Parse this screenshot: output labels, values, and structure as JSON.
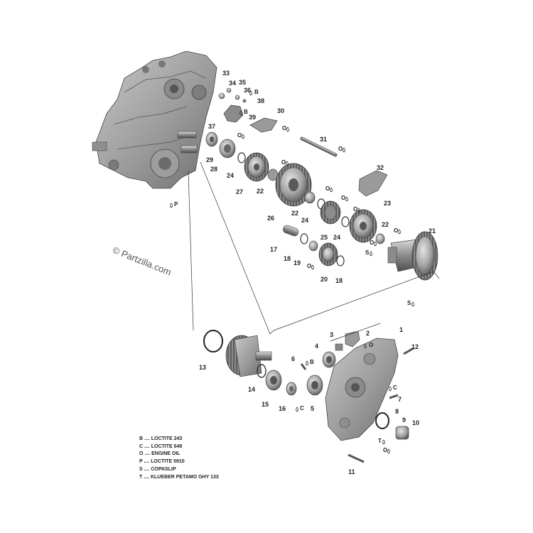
{
  "watermark": "© Partzilla.com",
  "callouts": [
    {
      "id": "c1",
      "text": "1"
    },
    {
      "id": "c2",
      "text": "2"
    },
    {
      "id": "c3",
      "text": "3"
    },
    {
      "id": "c4",
      "text": "4"
    },
    {
      "id": "c5",
      "text": "5"
    },
    {
      "id": "c6",
      "text": "6"
    },
    {
      "id": "c7",
      "text": "7"
    },
    {
      "id": "c8",
      "text": "8"
    },
    {
      "id": "c9",
      "text": "9"
    },
    {
      "id": "c10",
      "text": "10"
    },
    {
      "id": "c11",
      "text": "11"
    },
    {
      "id": "c12",
      "text": "12"
    },
    {
      "id": "c13",
      "text": "13"
    },
    {
      "id": "c14",
      "text": "14"
    },
    {
      "id": "c15",
      "text": "15"
    },
    {
      "id": "c16",
      "text": "16"
    },
    {
      "id": "c17",
      "text": "17"
    },
    {
      "id": "c18a",
      "text": "18"
    },
    {
      "id": "c18b",
      "text": "18"
    },
    {
      "id": "c19",
      "text": "19"
    },
    {
      "id": "c20",
      "text": "20"
    },
    {
      "id": "c21",
      "text": "21"
    },
    {
      "id": "c22a",
      "text": "22"
    },
    {
      "id": "c22b",
      "text": "22"
    },
    {
      "id": "c22c",
      "text": "22"
    },
    {
      "id": "c23",
      "text": "23"
    },
    {
      "id": "c24a",
      "text": "24"
    },
    {
      "id": "c24b",
      "text": "24"
    },
    {
      "id": "c24c",
      "text": "24"
    },
    {
      "id": "c25",
      "text": "25"
    },
    {
      "id": "c26",
      "text": "26"
    },
    {
      "id": "c27",
      "text": "27"
    },
    {
      "id": "c28",
      "text": "28"
    },
    {
      "id": "c29",
      "text": "29"
    },
    {
      "id": "c30",
      "text": "30"
    },
    {
      "id": "c31",
      "text": "31"
    },
    {
      "id": "c32",
      "text": "32"
    },
    {
      "id": "c33",
      "text": "33"
    },
    {
      "id": "c34",
      "text": "34"
    },
    {
      "id": "c35",
      "text": "35"
    },
    {
      "id": "c36",
      "text": "36"
    },
    {
      "id": "c37",
      "text": "37"
    },
    {
      "id": "c38",
      "text": "38"
    },
    {
      "id": "c39",
      "text": "39"
    }
  ],
  "markers": [
    {
      "id": "m1",
      "text": "B"
    },
    {
      "id": "m2",
      "text": "B"
    },
    {
      "id": "m3",
      "text": "O"
    },
    {
      "id": "m4",
      "text": "O"
    },
    {
      "id": "m5",
      "text": "O"
    },
    {
      "id": "m6",
      "text": "O"
    },
    {
      "id": "m7",
      "text": "O"
    },
    {
      "id": "m8",
      "text": "O"
    },
    {
      "id": "m9",
      "text": "O"
    },
    {
      "id": "m10",
      "text": "O"
    },
    {
      "id": "m11",
      "text": "S"
    },
    {
      "id": "m12",
      "text": "O"
    },
    {
      "id": "m13",
      "text": "O"
    },
    {
      "id": "m14",
      "text": "S"
    },
    {
      "id": "m15",
      "text": "P"
    },
    {
      "id": "m16",
      "text": "B"
    },
    {
      "id": "m17",
      "text": "C"
    },
    {
      "id": "m18",
      "text": "C"
    },
    {
      "id": "m19",
      "text": "T"
    },
    {
      "id": "m20",
      "text": "O"
    },
    {
      "id": "m21",
      "text": "O"
    }
  ],
  "legend": [
    {
      "code": "B",
      "text": "LOCTITE 243"
    },
    {
      "code": "C",
      "text": "LOCTITE 648"
    },
    {
      "code": "O",
      "text": "ENGINE OIL"
    },
    {
      "code": "P",
      "text": "LOCTITE 5910"
    },
    {
      "code": "S",
      "text": "COPASLIP"
    },
    {
      "code": "T",
      "text": "KLUEBER PETAMO GHY 133"
    }
  ],
  "colors": {
    "metal": "#9a9a9a",
    "metal_dark": "#5e5e5e",
    "metal_light": "#cfcfcf",
    "line": "#333333"
  }
}
